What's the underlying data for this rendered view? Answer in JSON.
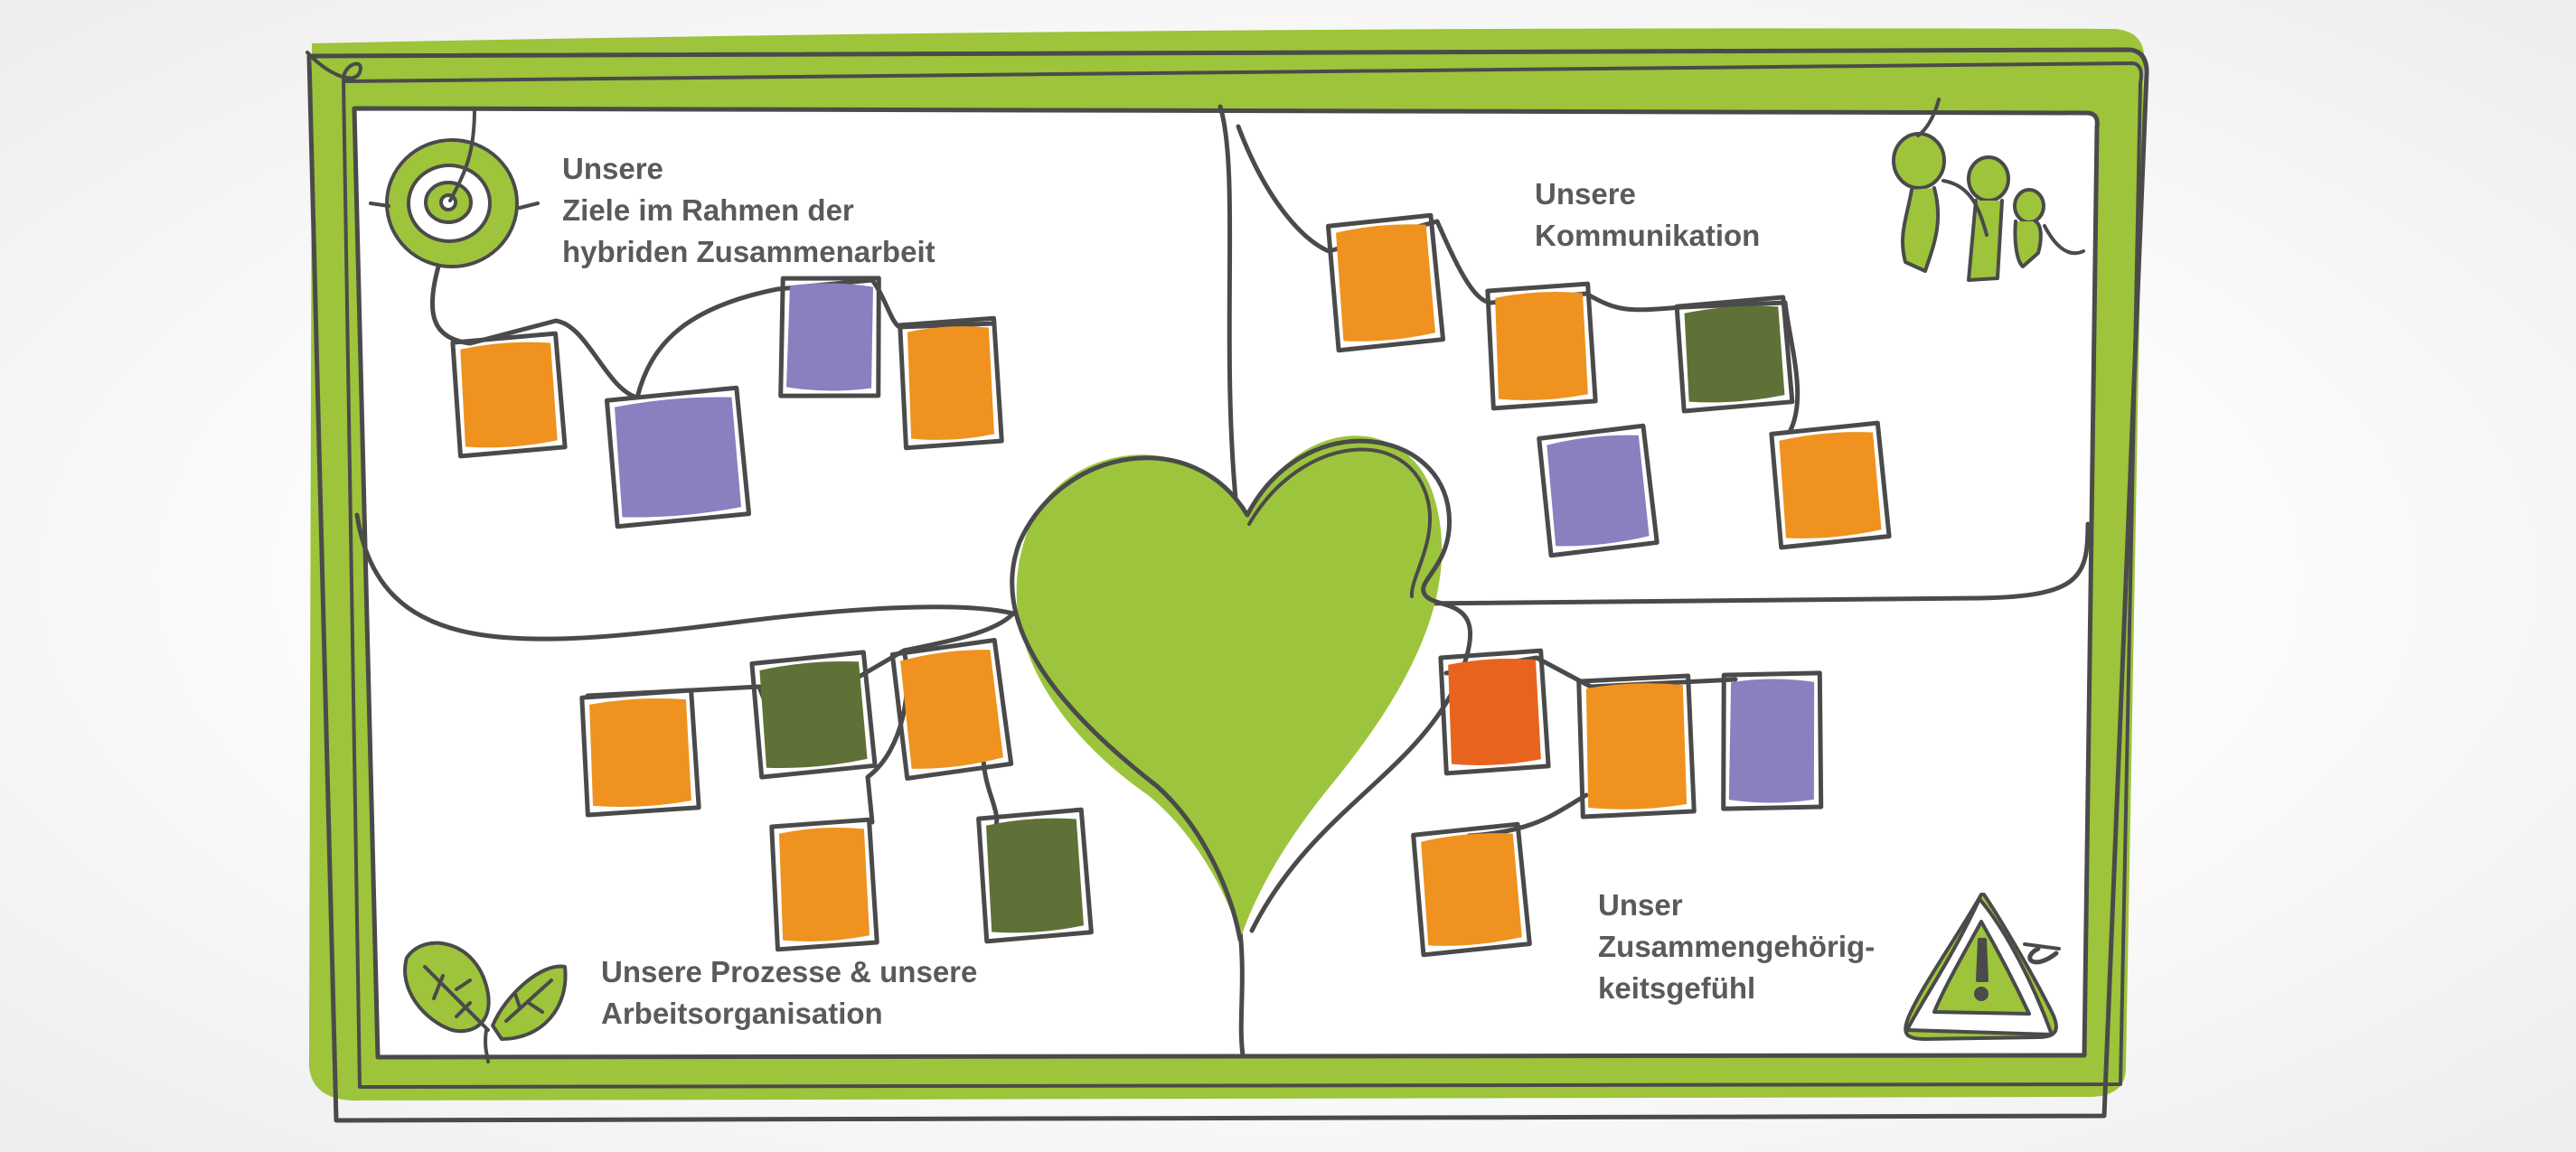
{
  "colors": {
    "frame_green": "#9dc43a",
    "heart_green": "#9cc53d",
    "stroke": "#4a4a4a",
    "note_orange": "#f0921f",
    "note_purple": "#8880bf",
    "note_olive": "#5f7137",
    "note_red": "#e8641e",
    "text": "#5a5a5a"
  },
  "quadrants": {
    "goals": {
      "icon": "target-icon",
      "lines": [
        "Unsere",
        "Ziele im Rahmen der",
        "hybriden Zusammenarbeit"
      ],
      "notes": [
        "orange",
        "purple",
        "purple",
        "orange"
      ]
    },
    "communication": {
      "icon": "people-icon",
      "lines": [
        "Unsere",
        "Kommunikation"
      ],
      "notes": [
        "orange",
        "orange",
        "olive",
        "purple",
        "orange"
      ]
    },
    "processes": {
      "icon": "leaves-icon",
      "lines": [
        "Unsere Prozesse & unsere",
        "Arbeitsorganisation"
      ],
      "notes": [
        "orange",
        "olive",
        "orange",
        "orange",
        "olive"
      ]
    },
    "belonging": {
      "icon": "warning-icon",
      "lines": [
        "Unser",
        "Zusammengehörig-",
        "keitsgefühl"
      ],
      "notes": [
        "red",
        "orange",
        "purple",
        "orange"
      ]
    }
  },
  "center": {
    "icon": "heart-icon"
  }
}
